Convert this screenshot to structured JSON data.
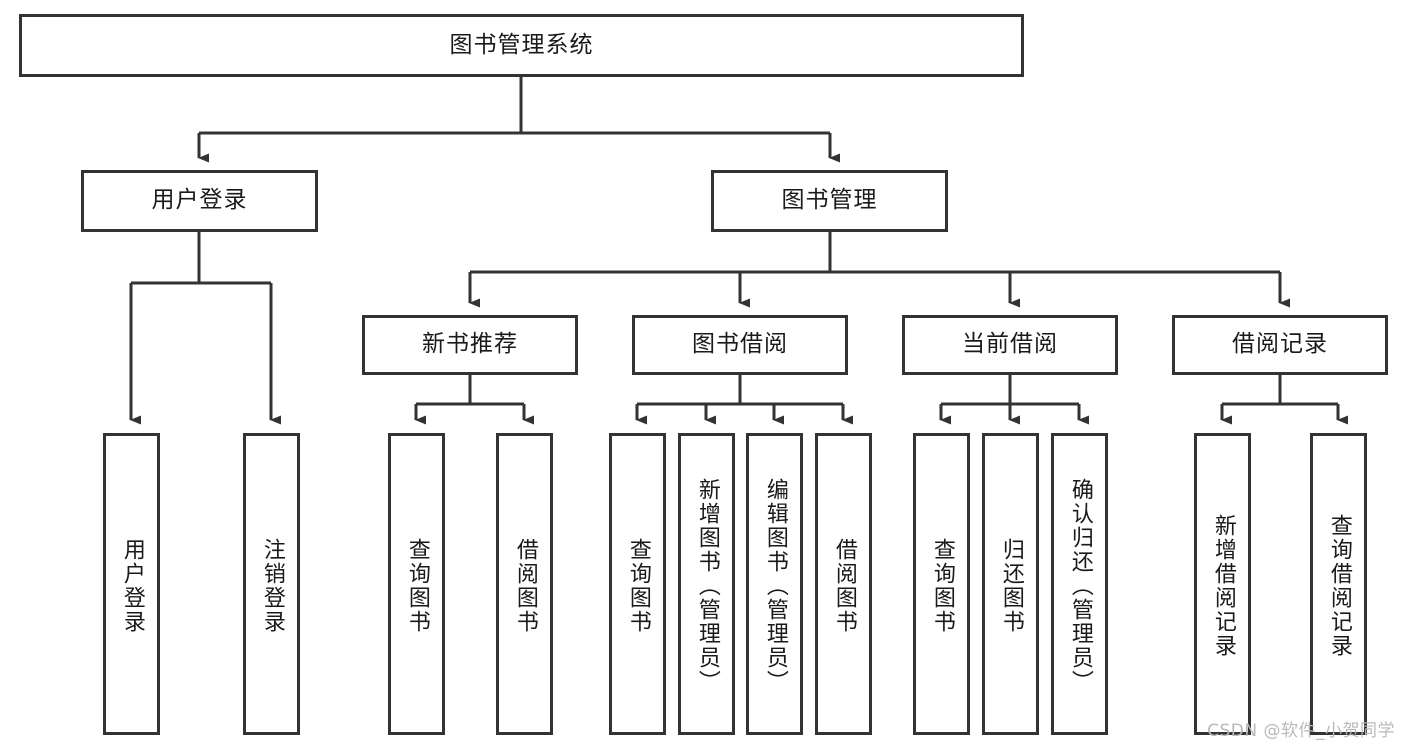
{
  "diagram": {
    "type": "tree",
    "title": "图书管理系统",
    "orientation": "top-down",
    "stroke_color": "#333333",
    "fill_color": "#ffffff",
    "text_color": "#1a1a1a"
  },
  "root": {
    "label": "图书管理系统"
  },
  "level2": [
    {
      "label": "用户登录"
    },
    {
      "label": "图书管理"
    }
  ],
  "level3": [
    {
      "label": "新书推荐"
    },
    {
      "label": "图书借阅"
    },
    {
      "label": "当前借阅"
    },
    {
      "label": "借阅记录"
    }
  ],
  "leaves": {
    "user_login": [
      {
        "label": "用户登录"
      },
      {
        "label": "注销登录"
      }
    ],
    "new_book_recommend": [
      {
        "label": "查询图书"
      },
      {
        "label": "借阅图书"
      }
    ],
    "book_borrow": [
      {
        "label": "查询图书"
      },
      {
        "label": "新增图书（管理员）"
      },
      {
        "label": "编辑图书（管理员）"
      },
      {
        "label": "借阅图书"
      }
    ],
    "current_borrow": [
      {
        "label": "查询图书"
      },
      {
        "label": "归还图书"
      },
      {
        "label": "确认归还（管理员）"
      }
    ],
    "borrow_record": [
      {
        "label": "新增借阅记录"
      },
      {
        "label": "查询借阅记录"
      }
    ]
  },
  "watermark": {
    "text": "CSDN @软件_小贺同学"
  }
}
